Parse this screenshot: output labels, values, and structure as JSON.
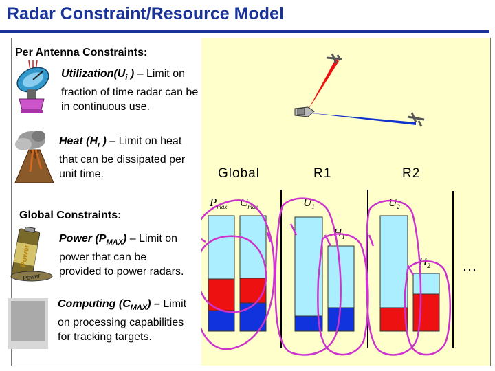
{
  "title": "Radar Constraint/Resource Model",
  "per_antenna": {
    "heading": "Per Antenna Constraints:",
    "utilization": {
      "term": "Utilization(U",
      "sub": "i",
      "term_end": " )",
      "desc": " – Limit on fraction of time radar can be in continuous use."
    },
    "heat": {
      "term": "Heat (H",
      "sub": "i",
      "term_end": " )",
      "desc": " – Limit on heat that can be dissipated per unit time."
    }
  },
  "global_constraints": {
    "heading": "Global Constraints:",
    "power": {
      "term": "Power (P",
      "sub": "MAX",
      "term_end": ")",
      "desc": " – Limit on power that can be provided to power radars.",
      "icon_label": "Power"
    },
    "computing": {
      "term": "Computing (C",
      "sub": "MAX",
      "term_end": ") –",
      "desc": " Limit on processing capabilities for tracking targets."
    }
  },
  "diagram": {
    "labels": {
      "global": "Global",
      "r1": "R1",
      "r2": "R2"
    },
    "symbols": {
      "pmax": "P",
      "pmax_sub": "max",
      "cmax": "C",
      "cmax_sub": "max",
      "u1": "U",
      "u1_sub": "1",
      "h1": "H",
      "h1_sub": "1",
      "u2": "U",
      "u2_sub": "2",
      "h2": "H",
      "h2_sub": "2"
    },
    "ellipsis": "…",
    "colors": {
      "red": "#ee1111",
      "blue": "#1133dd",
      "cyan": "#aaeeff",
      "purple": "#cc33cc",
      "panel": "#ffffcc"
    }
  }
}
